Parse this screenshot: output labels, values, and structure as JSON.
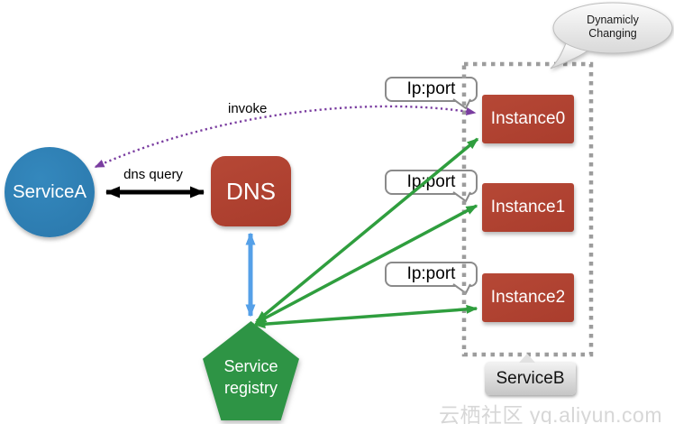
{
  "nodes": {
    "service_a": "ServiceA",
    "dns": "DNS",
    "registry_line1": "Service",
    "registry_line2": "registry",
    "service_b": "ServiceB"
  },
  "instances": [
    {
      "label": "Instance0"
    },
    {
      "label": "Instance1"
    },
    {
      "label": "Instance2"
    }
  ],
  "callouts": {
    "ip_port": "Ip:port",
    "dynamic_line1": "Dynamicly",
    "dynamic_line2": "Changing"
  },
  "edge_labels": {
    "dns_query": "dns query",
    "invoke": "invoke"
  },
  "watermark": "云栖社区 yq.aliyun.com",
  "colors": {
    "node_red": "#b0402f",
    "node_blue": "#2e7db4",
    "node_green": "#2e9445",
    "arrow_green": "#2f9e3e",
    "arrow_blue": "#55a0e8",
    "arrow_purple": "#7a3da0",
    "arrow_black": "#000000",
    "dash_gray": "#9c9c9c",
    "bubble_border": "#8a8a8a"
  }
}
